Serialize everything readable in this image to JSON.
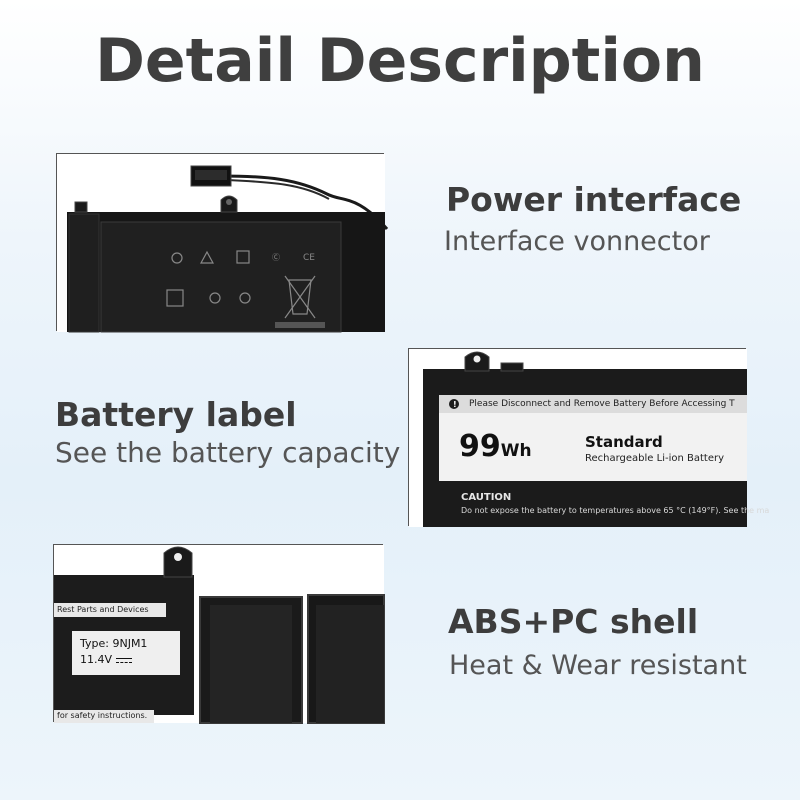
{
  "page": {
    "title": "Detail Description"
  },
  "features": [
    {
      "title": "Power interface",
      "subtitle": "Interface vonnector"
    },
    {
      "title": "Battery label",
      "subtitle": "See the battery capacity"
    },
    {
      "title": "ABS+PC shell",
      "subtitle": "Heat & Wear resistant"
    }
  ],
  "photo_label": {
    "warning": "Please Disconnect and Remove Battery Before Accessing T",
    "capacity": "99",
    "capacity_unit": "Wh",
    "standard": "Standard",
    "battery_type": "Rechargeable Li-ion Battery",
    "caution_title": "CAUTION",
    "caution_text": "Do not expose the battery to temperatures above 65 °C (149°F).  See the ma"
  },
  "photo_side": {
    "header": "Rest Parts and Devices",
    "type": "Type: 9NJM1",
    "voltage": "11.4V ",
    "footer": "for safety instructions."
  },
  "colors": {
    "title": "#3f3f3f",
    "battery_body": "#1b1b1b",
    "label_bg": "#f2f2f2"
  }
}
